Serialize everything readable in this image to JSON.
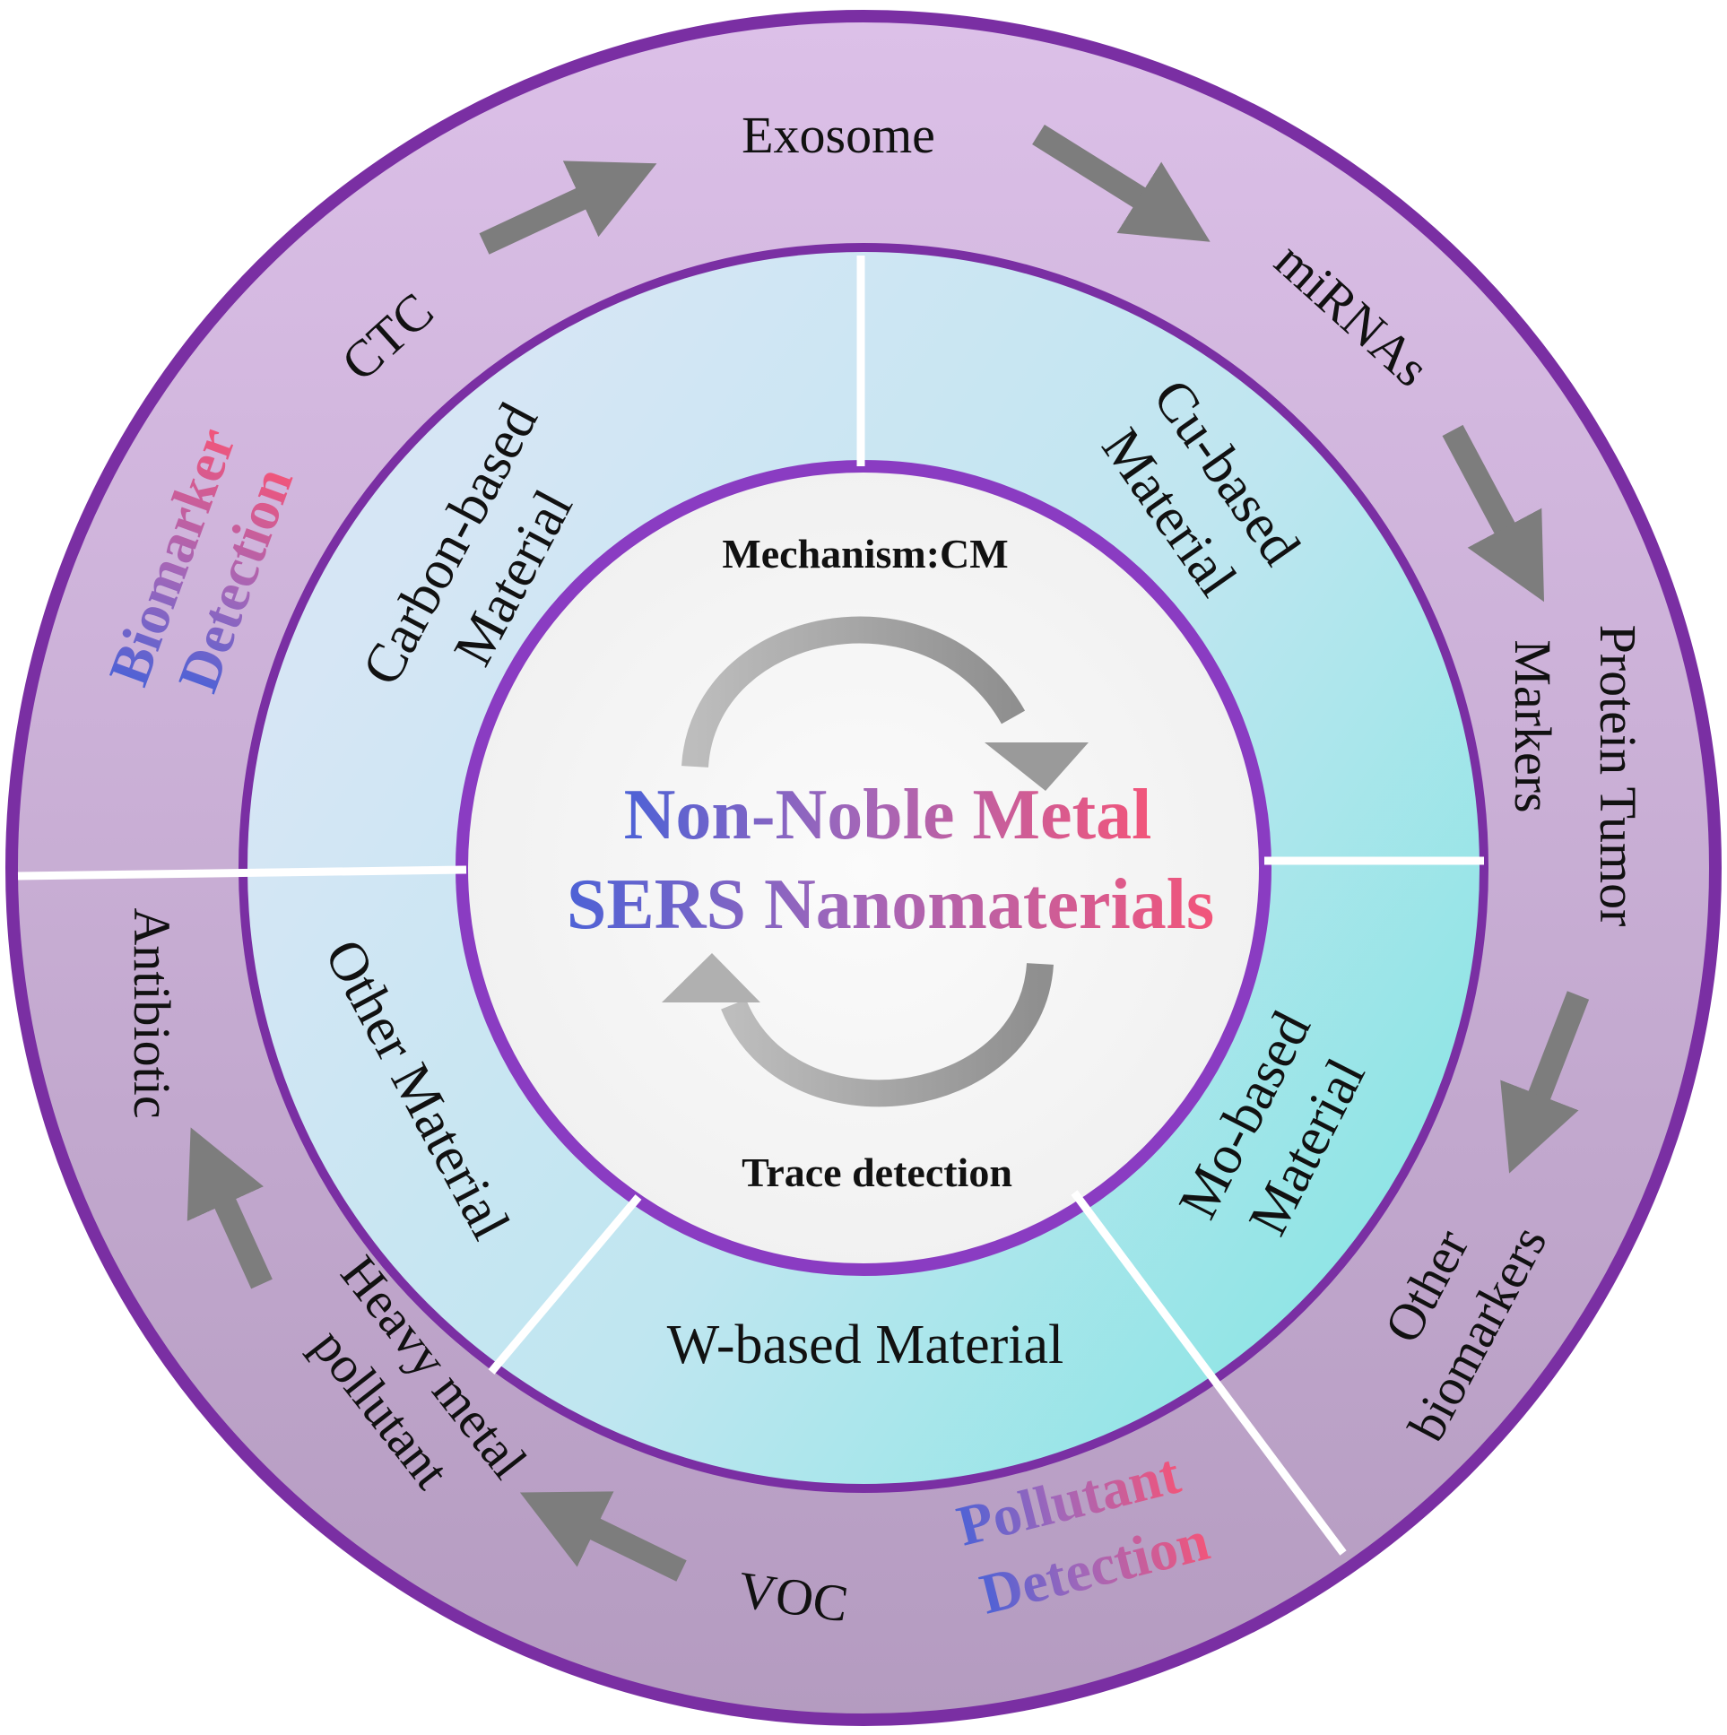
{
  "center": {
    "top_label": "Mechanism:CM",
    "bottom_label": "Trace detection",
    "title_line1": "Non-Noble Metal",
    "title_line2": "SERS Nanomaterials"
  },
  "material_segments": {
    "carbon": [
      "Carbon-based",
      "Material"
    ],
    "copper": [
      "Cu-based",
      "Material"
    ],
    "molybdenum": [
      "Mo-based",
      "Material"
    ],
    "tungsten": "W-based Material",
    "other": "Other Material"
  },
  "categories": {
    "biomarker": [
      "Biomarker",
      "Detection"
    ],
    "pollutant": [
      "Pollutant",
      "Detection"
    ]
  },
  "targets": {
    "ctc": "CTC",
    "exosome": "Exosome",
    "mirnas": "miRNAs",
    "protein_tumor_markers": [
      "Protein Tumor",
      "Markers"
    ],
    "other_biomarkers": [
      "Other",
      "biomarkers"
    ],
    "voc": "VOC",
    "heavy_metal": [
      "Heavy metal",
      "pollutant"
    ],
    "antibiotic": "Antibiotic"
  },
  "colors": {
    "ring_border": "#7a2fa3",
    "inner_border": "#8a3cc2",
    "outer_top": "#dcc0e8",
    "outer_bottom": "#b49bc0",
    "middle_light": "#d0e6f4",
    "middle_cyan": "#93e6e6",
    "center_fill": "#f8f8f8",
    "arrow": "#7d7d7d",
    "gradient_blue": "#5a6ad8",
    "gradient_pink": "#f2557a"
  }
}
